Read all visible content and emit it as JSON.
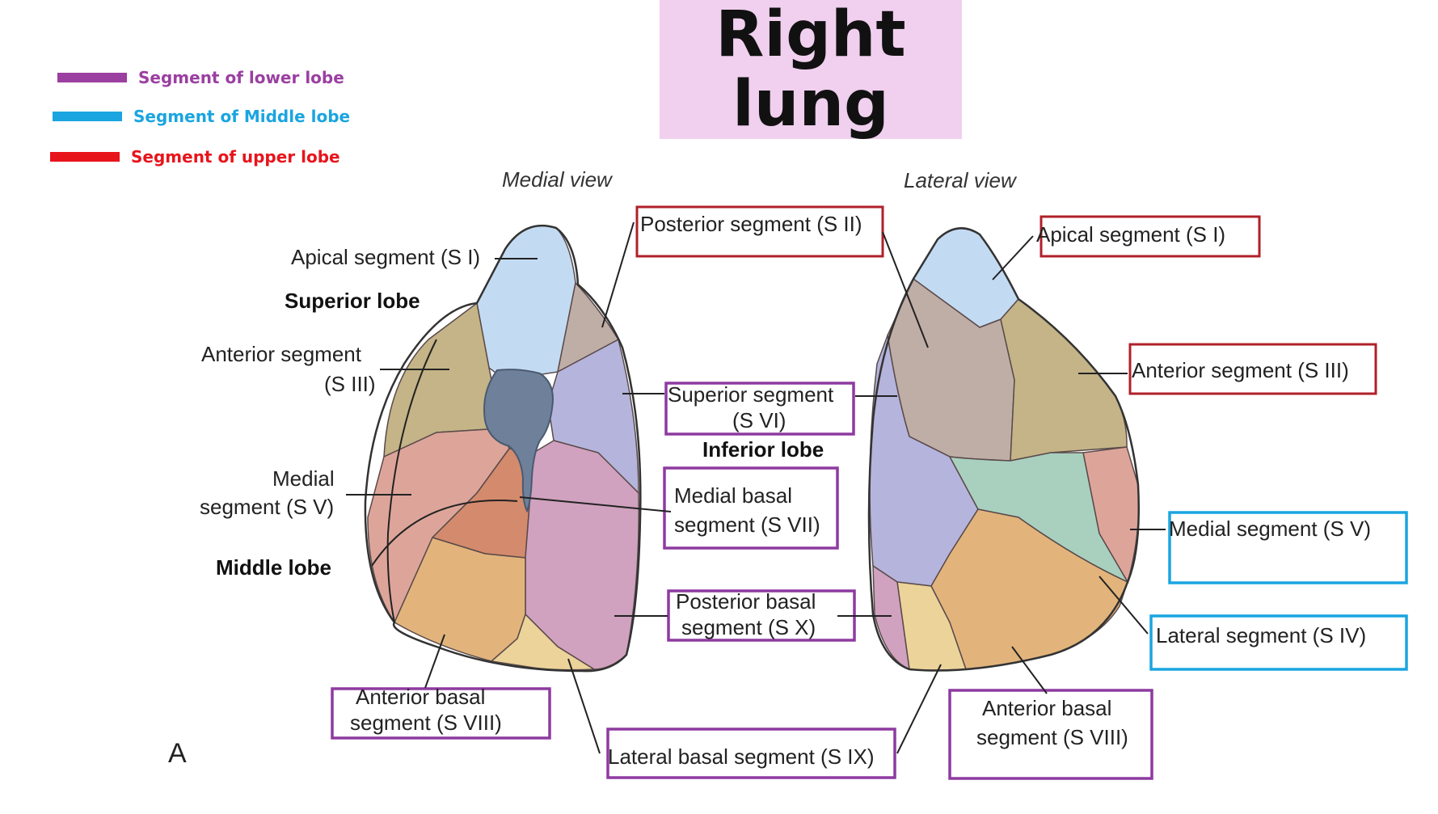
{
  "title": {
    "line1": "Right",
    "line2": "lung"
  },
  "legend": [
    {
      "label": "Segment of lower lobe",
      "color": "#9b3fa1"
    },
    {
      "label": "Segment of Middle lobe",
      "color": "#1aa5e0"
    },
    {
      "label": "Segment of upper lobe",
      "color": "#e8141c"
    }
  ],
  "views": {
    "medial": "Medial view",
    "lateral": "Lateral view"
  },
  "panel_letter": "A",
  "lobes": {
    "superior": "Superior lobe",
    "middle": "Middle lobe",
    "inferior": "Inferior lobe"
  },
  "labels": {
    "apical": "Apical segment (S I)",
    "anterior_line1": "Anterior segment",
    "anterior_line2": "(S III)",
    "medial_line1": "Medial",
    "medial_line2": "segment (S V)",
    "posterior": "Posterior segment (S II)",
    "superior_line1": "Superior segment",
    "superior_line2": "(S VI)",
    "medial_basal_line1": "Medial basal",
    "medial_basal_line2": "segment (S VII)",
    "posterior_basal_line1": "Posterior basal",
    "posterior_basal_line2": "segment (S X)",
    "anterior_basal_line1": "Anterior basal",
    "anterior_basal_line2": "segment (S VIII)",
    "lateral_basal": "Lateral basal segment (S IX)",
    "lat_apical": "Apical segment (S I)",
    "lat_anterior": "Anterior segment (S III)",
    "lat_medial": "Medial segment (S V)",
    "lat_lateral": "Lateral segment (S IV)",
    "lat_anterior_basal_line1": "Anterior basal",
    "lat_anterior_basal_line2": "segment (S VIII)"
  }
}
